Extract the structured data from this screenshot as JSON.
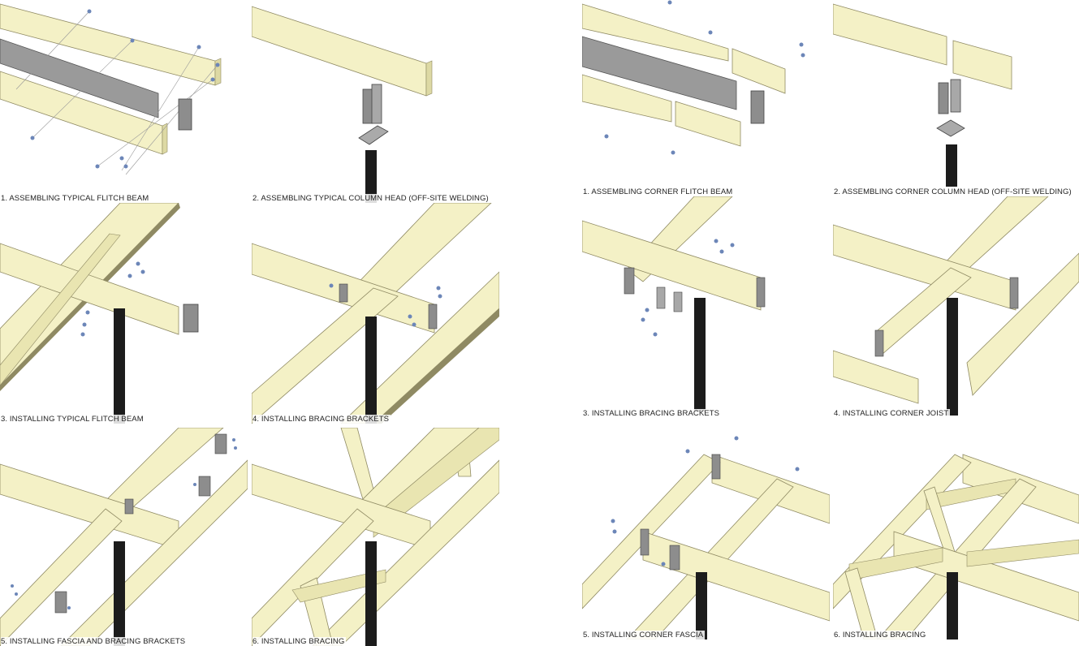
{
  "colors": {
    "timber_top": "#f4f1c6",
    "timber_side": "#ddd9a4",
    "timber_dark": "#8f8a63",
    "steel_plate": "#9a9a9a",
    "steel_column": "#1c1c1c",
    "bolt": "#6c86b8",
    "line": "#7a7a7a",
    "background": "#ffffff"
  },
  "panels": {
    "left_1": {
      "caption": "1. ASSEMBLING TYPICAL FLITCH BEAM"
    },
    "left_2": {
      "caption": "2. ASSEMBLING TYPICAL COLUMN HEAD (OFF-SITE WELDING)"
    },
    "left_3": {
      "caption": "3. INSTALLING TYPICAL FLITCH BEAM"
    },
    "left_4": {
      "caption": "4. INSTALLING BRACING BRACKETS"
    },
    "left_5": {
      "caption": "5. INSTALLING FASCIA AND BRACING BRACKETS"
    },
    "left_6": {
      "caption": "6. INSTALLING BRACING"
    },
    "right_1": {
      "caption": "1. ASSEMBLING CORNER FLITCH BEAM"
    },
    "right_2": {
      "caption": "2. ASSEMBLING CORNER COLUMN HEAD (OFF-SITE WELDING)"
    },
    "right_3": {
      "caption": "3. INSTALLING BRACING BRACKETS"
    },
    "right_4": {
      "caption": "4. INSTALLING CORNER JOIST"
    },
    "right_5": {
      "caption": "5. INSTALLING CORNER FASCIA"
    },
    "right_6": {
      "caption": "6. INSTALLING BRACING"
    }
  }
}
